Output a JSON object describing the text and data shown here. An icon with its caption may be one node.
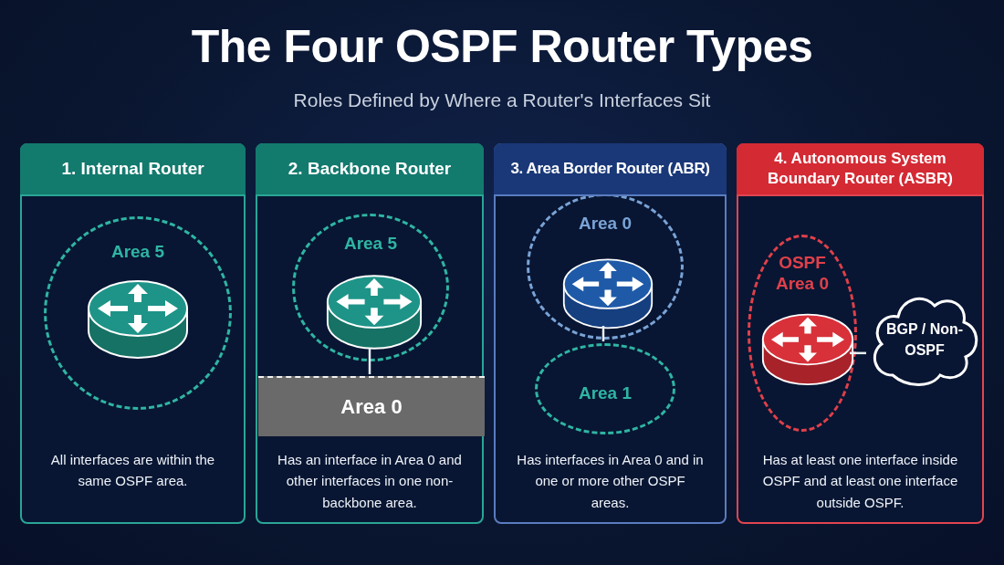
{
  "diagram": {
    "title": "The Four OSPF Router Types",
    "nodes": [
      {
        "text": [
          "1. Internal Router",
          "All interfaces are within the same OSPF area."
        ]
      },
      {
        "text": [
          "Area 5"
        ],
        "in": 0
      },
      {
        "text": [],
        "shape": "cylinder",
        "in": 1
      },
      {
        "text": [
          "2. Backbone Router",
          "Has an interface in Area 0 and other interfaces in one non-backbone area."
        ]
      },
      {
        "text": [
          "Area 5"
        ],
        "in": 3
      },
      {
        "text": [],
        "shape": "cylinder",
        "in": 4
      },
      {
        "text": [
          "Area 0"
        ],
        "in": 3
      },
      {
        "text": [
          "3. Area Border Router (ABR)",
          "Has interfaces in Area 0 and in one or more other OSPF areas."
        ]
      },
      {
        "text": [
          "Area 0"
        ],
        "in": 7
      },
      {
        "text": [
          "Area 1"
        ],
        "in": 7
      },
      {
        "text": [],
        "shape": "cylinder",
        "in": 8
      },
      {
        "text": [
          "4. Autonomous System Boundary Router (ASBR)",
          "Has at least one interface inside OSPF and at least one interface outside OSPF."
        ]
      },
      {
        "text": [
          "OSPF Area 0"
        ],
        "in": 11
      },
      {
        "text": [],
        "shape": "cylinder",
        "in": 12
      },
      {
        "text": [
          "BGP / Non-OSPF"
        ],
        "in": 11
      }
    ],
    "edges": [
      {
        "from": 5,
        "to": 6,
        "arrow": "none"
      },
      {
        "from": 10,
        "to": 9,
        "arrow": "none"
      },
      {
        "from": 13,
        "to": 14,
        "arrow": "none"
      }
    ],
    "labels": [
      "Roles Defined by Where a Router's Interfaces Sit"
    ]
  }
}
